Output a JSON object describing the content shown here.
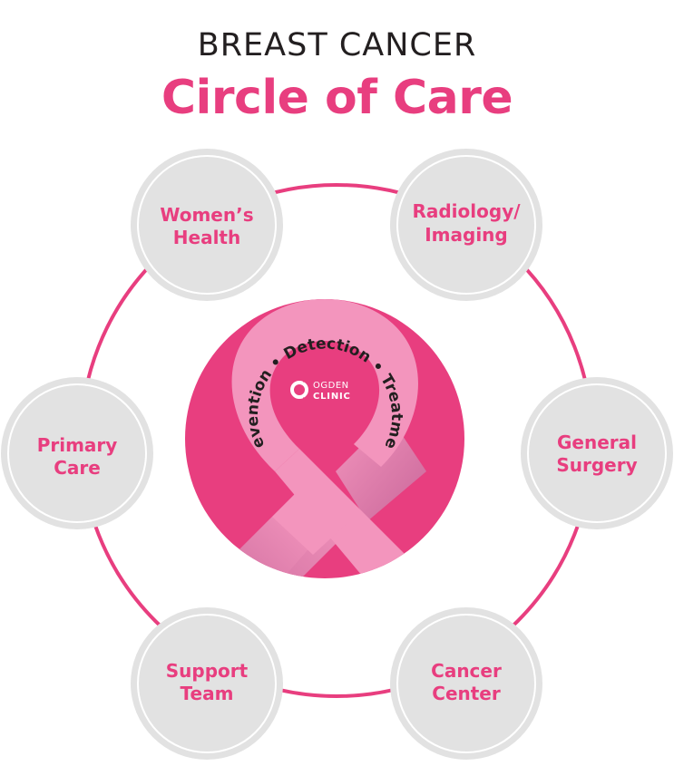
{
  "header": {
    "subtitle": "BREAST CANCER",
    "title": "Circle of Care"
  },
  "colors": {
    "accent": "#e83e7f",
    "ribbon": "#f395bd",
    "ribbon_shadow": "#d2709c",
    "node_fill": "#e2e2e2",
    "text_dark": "#231f20"
  },
  "center": {
    "arc_text": "Prevention • Detection • Treatment",
    "logo": {
      "icon": "ogden-clinic-logo-icon",
      "line1": "OGDEN",
      "line2": "CLINIC"
    }
  },
  "nodes": [
    {
      "id": "womens-health",
      "line1": "Women’s",
      "line2": "Health"
    },
    {
      "id": "radiology-imaging",
      "line1": "Radiology/",
      "line2": "Imaging"
    },
    {
      "id": "primary-care",
      "line1": "Primary",
      "line2": "Care"
    },
    {
      "id": "general-surgery",
      "line1": "General",
      "line2": "Surgery"
    },
    {
      "id": "support-team",
      "line1": "Support",
      "line2": "Team"
    },
    {
      "id": "cancer-center",
      "line1": "Cancer",
      "line2": "Center"
    }
  ]
}
